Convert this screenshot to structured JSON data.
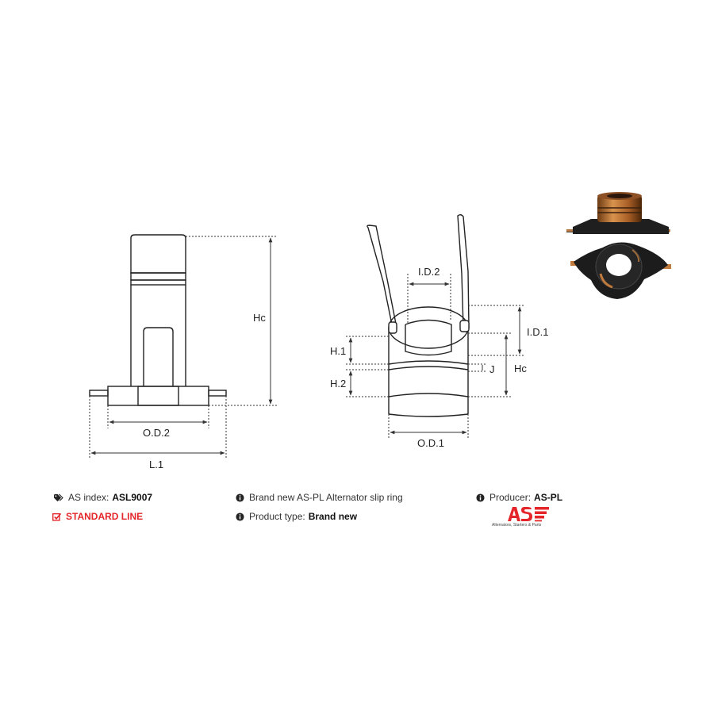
{
  "drawing": {
    "left_view": {
      "labels": {
        "height": "Hc",
        "outer_diameter_2": "O.D.2",
        "length_1": "L.1"
      }
    },
    "right_view": {
      "labels": {
        "inner_diameter_2": "I.D.2",
        "inner_diameter_1": "I.D.1",
        "height_1": "H.1",
        "height_2": "H.2",
        "gap": "J",
        "height": "Hc",
        "outer_diameter_1": "O.D.1"
      }
    }
  },
  "info": {
    "as_index": {
      "label": "AS index:",
      "value": "ASL9007",
      "icon": "tags-icon"
    },
    "line": {
      "label": "STANDARD LINE",
      "icon": "checkbox-icon",
      "color": "#e4262a"
    },
    "description": {
      "text": "Brand new AS-PL Alternator slip ring",
      "icon": "info-icon"
    },
    "product_type": {
      "label": "Product type:",
      "value": "Brand new",
      "icon": "info-icon"
    },
    "producer": {
      "label": "Producer:",
      "value": "AS-PL",
      "icon": "info-icon"
    }
  },
  "brand": {
    "logo_text": "AS",
    "tagline": "Alternators, Starters & Parts",
    "color": "#e4262a"
  },
  "colors": {
    "line": "#222222",
    "dim": "#333333",
    "copper": "#c07a3c",
    "plastic": "#1e1e1e"
  }
}
